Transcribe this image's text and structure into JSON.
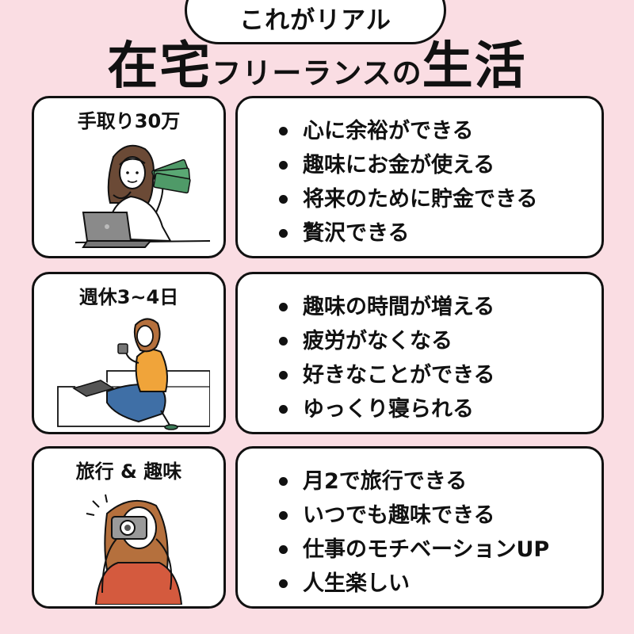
{
  "header": {
    "tag": "これがリアル",
    "title_part1": "在宅",
    "title_part2": "フリーランスの",
    "title_part3": "生活"
  },
  "sections": [
    {
      "title": "手取り30万",
      "points": [
        "心に余裕ができる",
        "趣味にお金が使える",
        "将来のために貯金できる",
        "贅沢できる"
      ]
    },
    {
      "title": "週休3~4日",
      "points": [
        "趣味の時間が増える",
        "疲労がなくなる",
        "好きなことができる",
        "ゆっくり寝られる"
      ]
    },
    {
      "title": "旅行 & 趣味",
      "points": [
        "月2で旅行できる",
        "いつでも趣味できる",
        "仕事のモチベーションUP",
        "人生楽しい"
      ]
    }
  ],
  "colors": {
    "background": "#fadde3",
    "card": "#ffffff",
    "outline": "#111111",
    "shirt_yellow": "#f0a43a",
    "jeans_blue": "#3f6fa6",
    "jacket_red": "#d45a3e",
    "hair_brown": "#b5703d",
    "money_green": "#4f9a68"
  }
}
